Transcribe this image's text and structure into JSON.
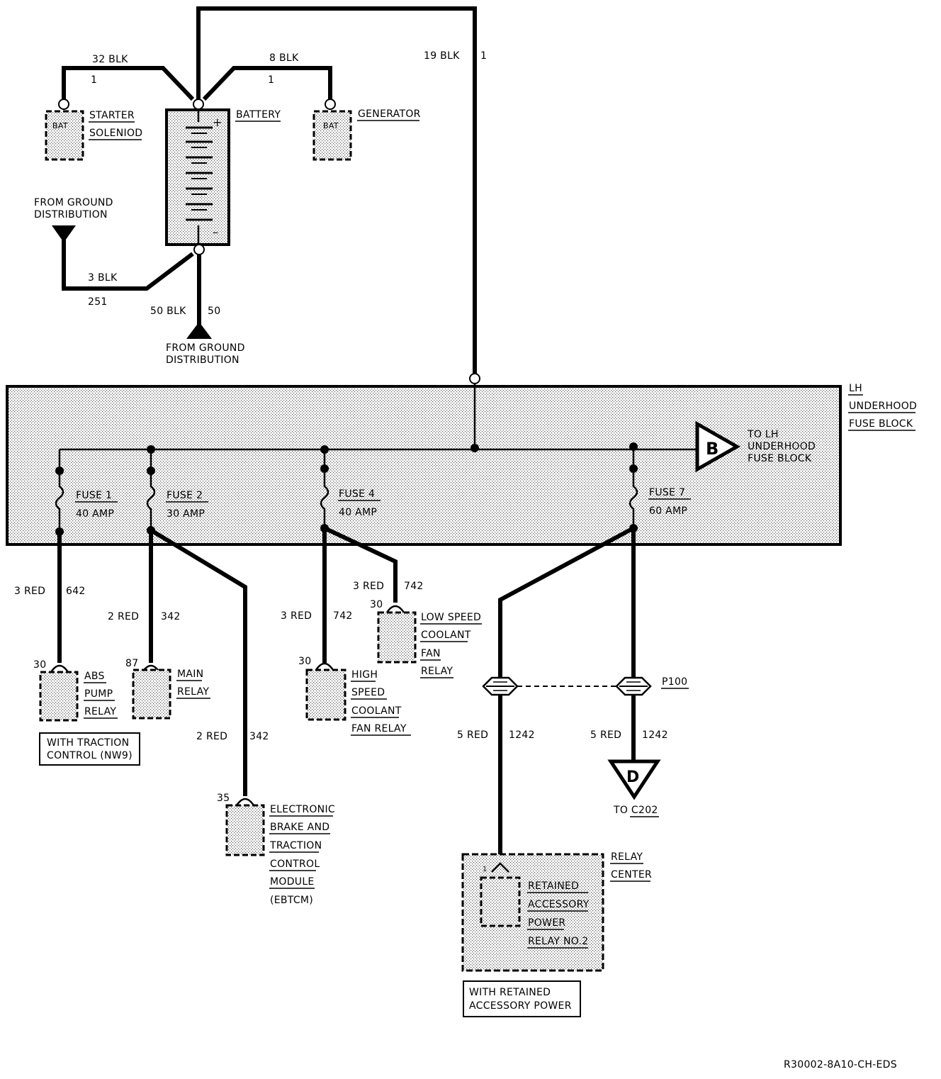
{
  "diagram": {
    "battery": {
      "label": "BATTERY",
      "pos": "+",
      "neg": "–"
    },
    "starter": {
      "line1": "STARTER",
      "line2": "SOLENIOD",
      "terminal": "BAT"
    },
    "generator": {
      "label": "GENERATOR",
      "terminal": "BAT"
    },
    "ground_top": {
      "line1": "FROM GROUND",
      "line2": "DISTRIBUTION"
    },
    "ground_bottom": {
      "line1": "FROM GROUND",
      "line2": "DISTRIBUTION"
    },
    "wires": {
      "w32": "32 BLK",
      "w32n": "1",
      "w8": "8 BLK",
      "w8n": "1",
      "w19": "19 BLK",
      "w19n": "1",
      "w3": "3 BLK",
      "w3n": "251",
      "w50": "50 BLK",
      "w50n": "50",
      "f1a": "3 RED",
      "f1b": "642",
      "f2a": "2 RED",
      "f2b": "342",
      "f2c": "2 RED",
      "f2d": "342",
      "f4a": "3 RED",
      "f4b": "742",
      "f4c": "3 RED",
      "f4d": "742",
      "f7a": "5 RED",
      "f7b": "1242",
      "f7c": "5 RED",
      "f7d": "1242"
    },
    "fuse_block": {
      "line1": "LH",
      "line2": "UNDERHOOD",
      "line3": "FUSE BLOCK"
    },
    "fuses": [
      {
        "name": "FUSE 1",
        "amp": "40 AMP"
      },
      {
        "name": "FUSE 2",
        "amp": "30 AMP"
      },
      {
        "name": "FUSE 4",
        "amp": "40 AMP"
      },
      {
        "name": "FUSE 7",
        "amp": "60 AMP"
      }
    ],
    "conn_b": {
      "letter": "B",
      "line1": "TO LH",
      "line2": "UNDERHOOD",
      "line3": "FUSE BLOCK"
    },
    "conn_d": {
      "letter": "D",
      "label": "TO C202"
    },
    "p100": "P100",
    "abs": {
      "pin": "30",
      "line1": "ABS",
      "line2": "PUMP",
      "line3": "RELAY",
      "note1": "WITH TRACTION",
      "note2": "CONTROL (NW9)"
    },
    "main_relay": {
      "pin": "87",
      "line1": "MAIN",
      "line2": "RELAY"
    },
    "ebtcm": {
      "pin": "35",
      "line1": "ELECTRONIC",
      "line2": "BRAKE AND",
      "line3": "TRACTION",
      "line4": "CONTROL",
      "line5": "MODULE",
      "line6": "(EBTCM)"
    },
    "high_fan": {
      "pin": "30",
      "line1": "HIGH",
      "line2": "SPEED",
      "line3": "COOLANT",
      "line4": "FAN RELAY"
    },
    "low_fan": {
      "pin": "30",
      "line1": "LOW SPEED",
      "line2": "COOLANT",
      "line3": "FAN",
      "line4": "RELAY"
    },
    "relay_center": {
      "line1": "RELAY",
      "line2": "CENTER",
      "pin": "1"
    },
    "rap": {
      "line1": "RETAINED",
      "line2": "ACCESSORY",
      "line3": "POWER",
      "line4": "RELAY NO.2",
      "note1": "WITH RETAINED",
      "note2": "ACCESSORY POWER"
    },
    "ref": "R30002-8A10-CH-EDS"
  }
}
